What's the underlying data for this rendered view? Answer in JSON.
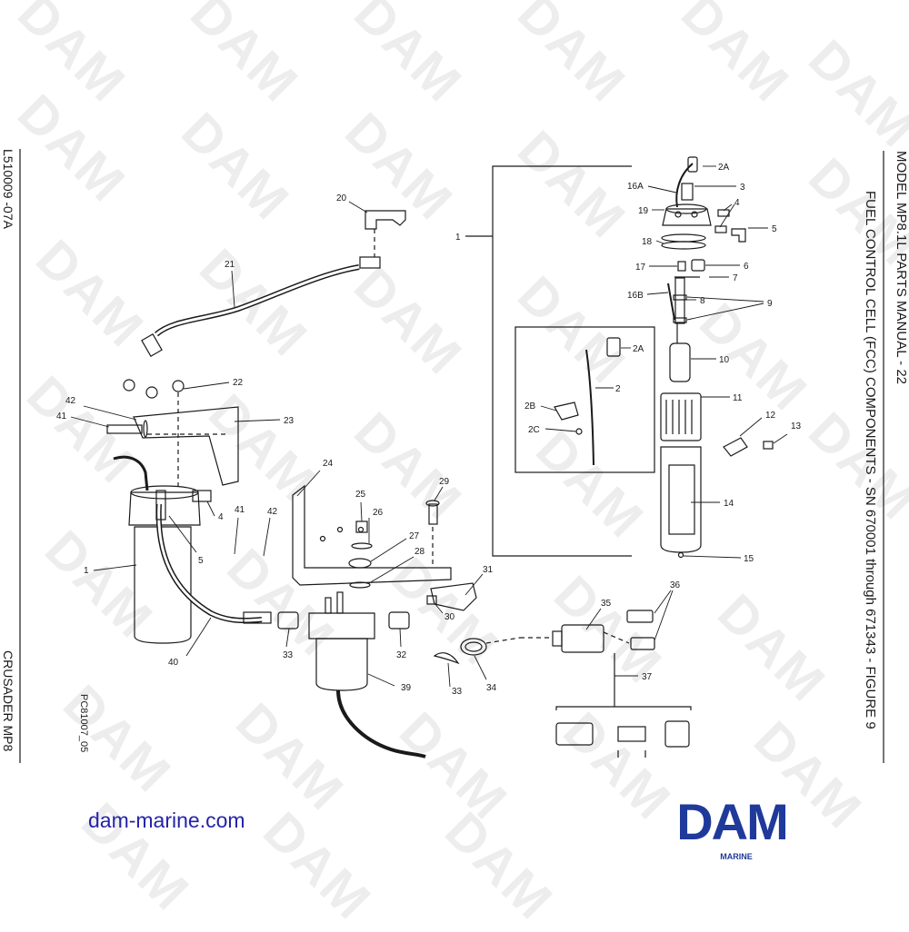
{
  "header": {
    "title_line1": "MODEL MP8.1L PARTS MANUAL - 22",
    "title_line2": "FUEL CONTROL CELL (FCC) COMPONENTS - SN 670001 through 671343 - FIGURE 9",
    "doc_code": "L510009 -07A",
    "footer_left": "CRUSADER MP8",
    "drawing_code": "PC81007_05"
  },
  "footer": {
    "website": "dam-marine.com",
    "logo_text": "DAM",
    "logo_subtext": "MARINE"
  },
  "watermark": "DAM",
  "colors": {
    "ink": "#1a1a1a",
    "link": "#2424a8",
    "logo": "#1f3a9a",
    "watermark": "#e6e6e6"
  },
  "callouts": {
    "c1a": "1",
    "c1b": "1",
    "c2": "2",
    "c2A": "2A",
    "c2Ab": "2A",
    "c2B": "2B",
    "c2C": "2C",
    "c3": "3",
    "c4a": "4",
    "c4b": "4",
    "c5a": "5",
    "c5b": "5",
    "c6": "6",
    "c7": "7",
    "c8": "8",
    "c9": "9",
    "c10": "10",
    "c11": "11",
    "c12": "12",
    "c13": "13",
    "c14": "14",
    "c15": "15",
    "c16A": "16A",
    "c16B": "16B",
    "c17": "17",
    "c18": "18",
    "c19": "19",
    "c20": "20",
    "c21": "21",
    "c22": "22",
    "c23": "23",
    "c24": "24",
    "c25": "25",
    "c26": "26",
    "c27": "27",
    "c28": "28",
    "c29": "29",
    "c30": "30",
    "c31": "31",
    "c32": "32",
    "c33a": "33",
    "c33b": "33",
    "c34": "34",
    "c35": "35",
    "c36": "36",
    "c37": "37",
    "c39": "39",
    "c40": "40",
    "c41a": "41",
    "c41b": "41",
    "c42a": "42",
    "c42b": "42"
  }
}
